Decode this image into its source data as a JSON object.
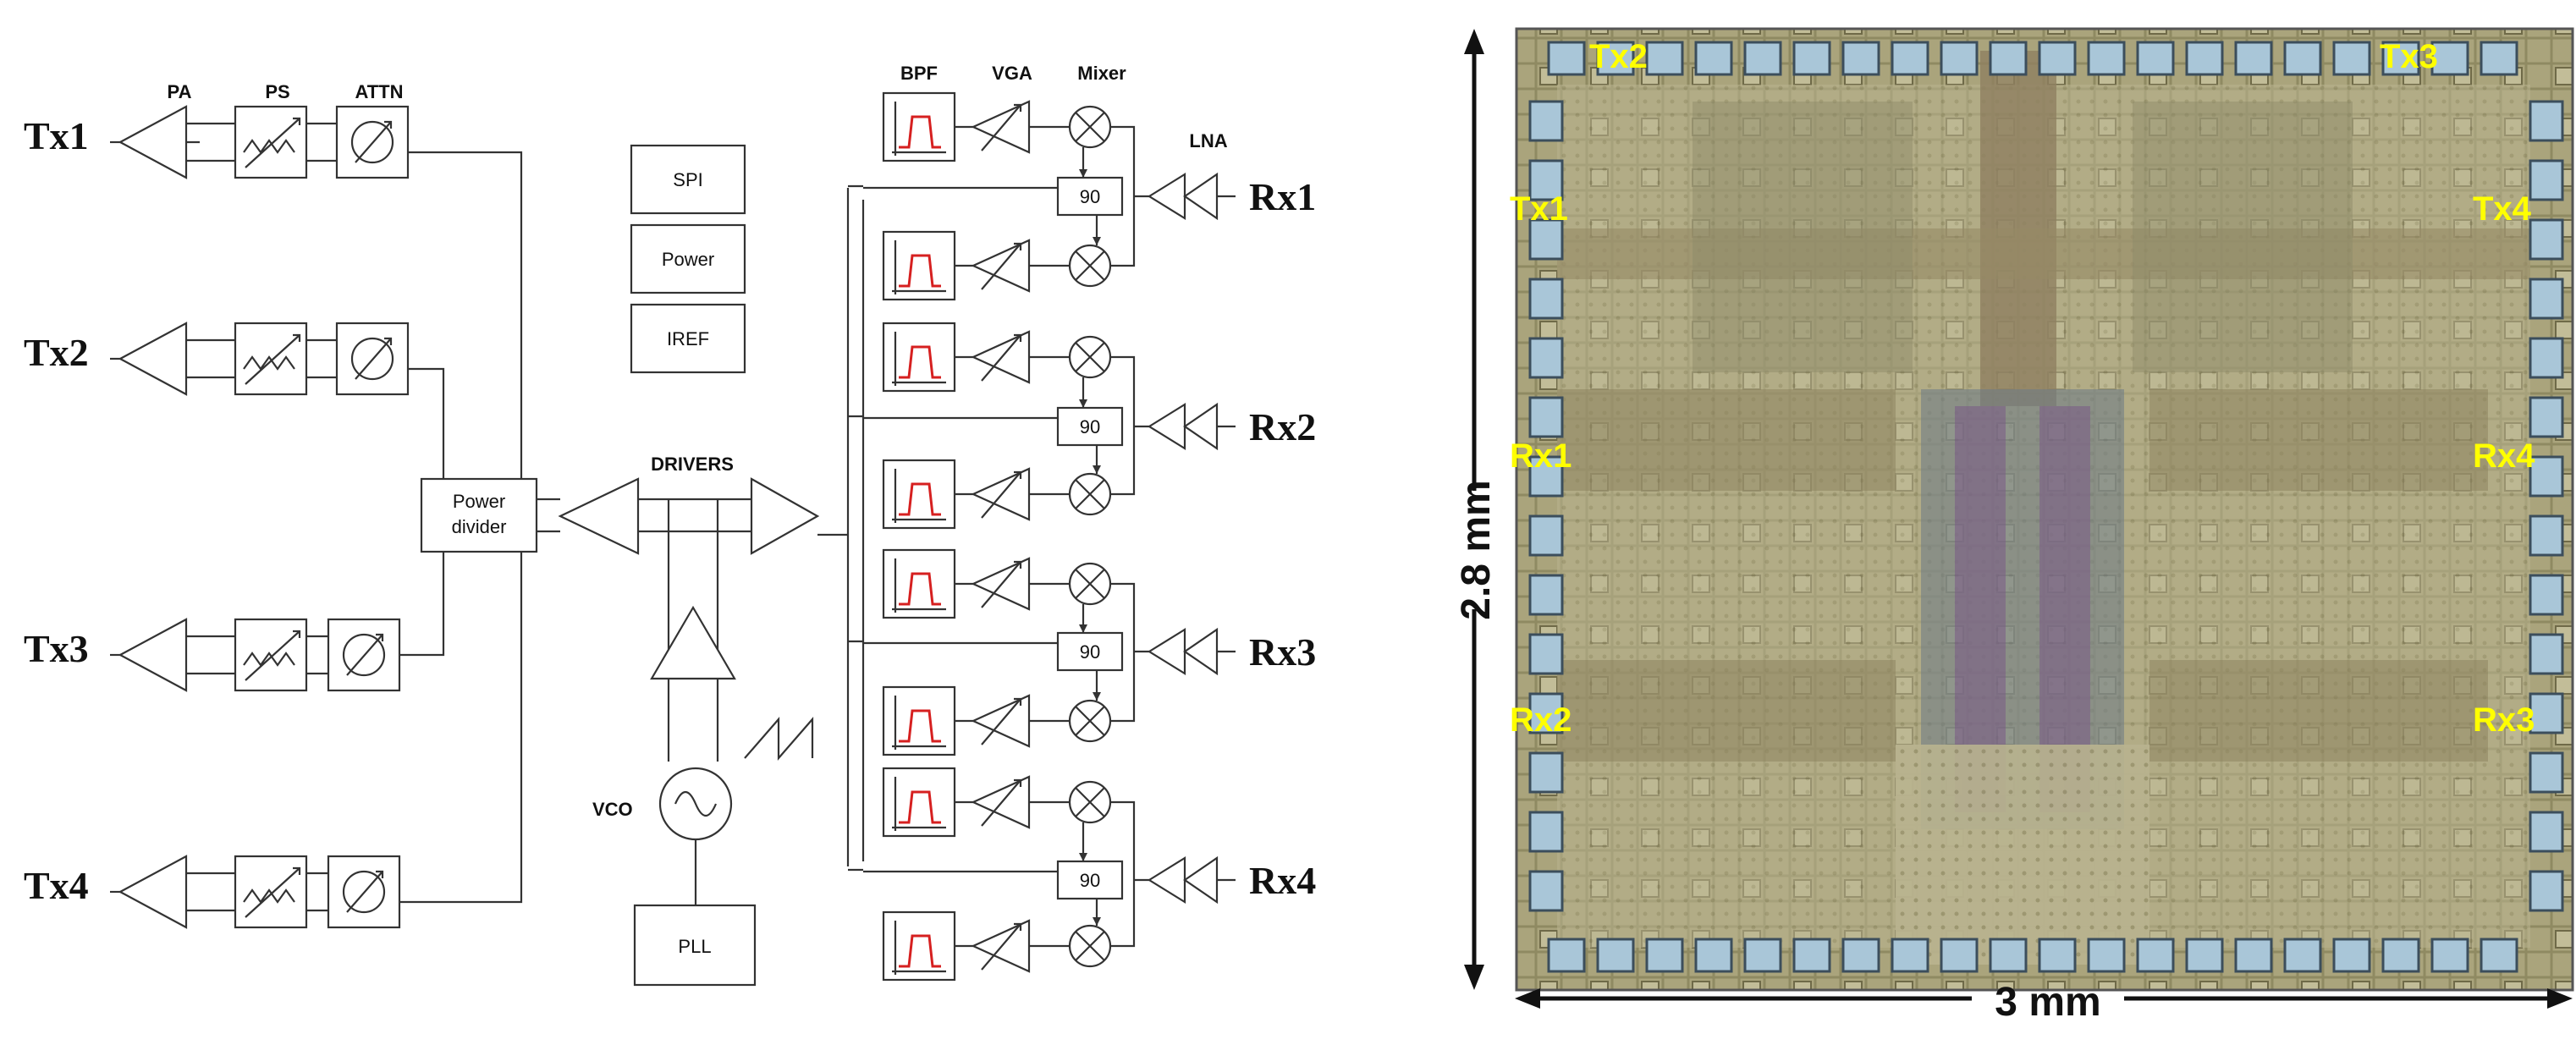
{
  "block_diagram": {
    "tx_header": {
      "pa": "PA",
      "ps": "PS",
      "attn": "ATTN"
    },
    "rx_header": {
      "bpf": "BPF",
      "vga": "VGA",
      "mixer": "Mixer",
      "lna": "LNA"
    },
    "tx_ports": [
      "Tx1",
      "Tx2",
      "Tx3",
      "Tx4"
    ],
    "rx_ports": [
      "Rx1",
      "Rx2",
      "Rx3",
      "Rx4"
    ],
    "control_blocks": [
      "SPI",
      "Power",
      "IREF"
    ],
    "power_divider": [
      "Power",
      "divider"
    ],
    "drivers": "DRIVERS",
    "vco": "VCO",
    "pll": "PLL",
    "quadrature": "90"
  },
  "die_photo": {
    "labels": [
      "Tx2",
      "Tx3",
      "Tx1",
      "Tx4",
      "Rx1",
      "Rx4",
      "Rx2",
      "Rx3"
    ],
    "height_dim": "2.8 mm",
    "width_dim": "3 mm"
  },
  "colors": {
    "chip_label": "#ffff00",
    "bpf_response": "#d62020",
    "die_bg": "#a9a37a"
  }
}
